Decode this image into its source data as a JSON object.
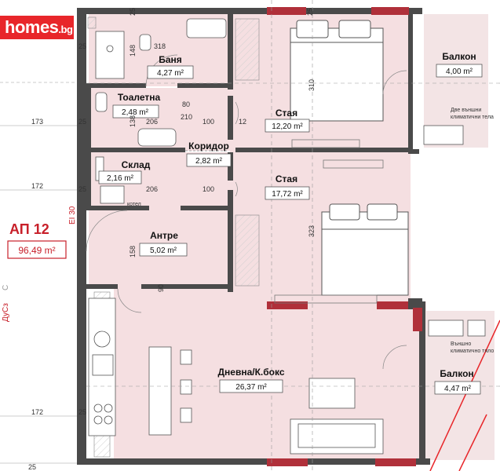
{
  "logo": {
    "name": "homes",
    "tld": ".bg"
  },
  "apartment": {
    "name": "АП 12",
    "area": "96,49 m²",
    "ei": "EI 30",
    "dusz": "ДуСз",
    "side": "С"
  },
  "rooms": {
    "banya": {
      "name": "Баня",
      "area": "4,27 m²"
    },
    "toaletna": {
      "name": "Тоалетна",
      "area": "2,48 m²"
    },
    "sklad": {
      "name": "Склад",
      "area": "2,16 m²"
    },
    "koridor": {
      "name": "Коридор",
      "area": "2,82 m²"
    },
    "antre": {
      "name": "Антре",
      "area": "5,02 m²"
    },
    "staya1": {
      "name": "Стая",
      "area": "12,20 m²"
    },
    "staya2": {
      "name": "Стая",
      "area": "17,72 m²"
    },
    "dnevna": {
      "name": "Дневна/К.бокс",
      "area": "26,37 m²"
    },
    "balkon1": {
      "name": "Балкон",
      "area": "4,00 m²"
    },
    "balkon2": {
      "name": "Балкон",
      "area": "4,47 m²"
    }
  },
  "notes": {
    "ac_two_1": "Две външни",
    "ac_two_2": "климатични тела",
    "ac_ext_1": "Външно",
    "ac_ext_2": "климатично тяло",
    "kotel": "котел"
  },
  "dimensions": {
    "d173": "173",
    "d172a": "172",
    "d172b": "172",
    "d25_1": "25",
    "d25_2": "25",
    "d25_3": "25",
    "d25_4": "25",
    "d25_5": "25",
    "d25_6": "25",
    "d25_7": "25",
    "d318": "318",
    "d148": "148",
    "d138": "138",
    "d158": "158",
    "d310": "310",
    "d323": "323",
    "d206a": "206",
    "d206b": "206",
    "d100a": "100",
    "d100b": "100",
    "d80": "80",
    "d210": "210",
    "d90": "90",
    "d12": "12"
  },
  "colors": {
    "room_fill": "#f5dfe1",
    "wall": "#4a4a4a",
    "accent": "#e8262a",
    "balcony_fill": "#f3e4e5"
  }
}
